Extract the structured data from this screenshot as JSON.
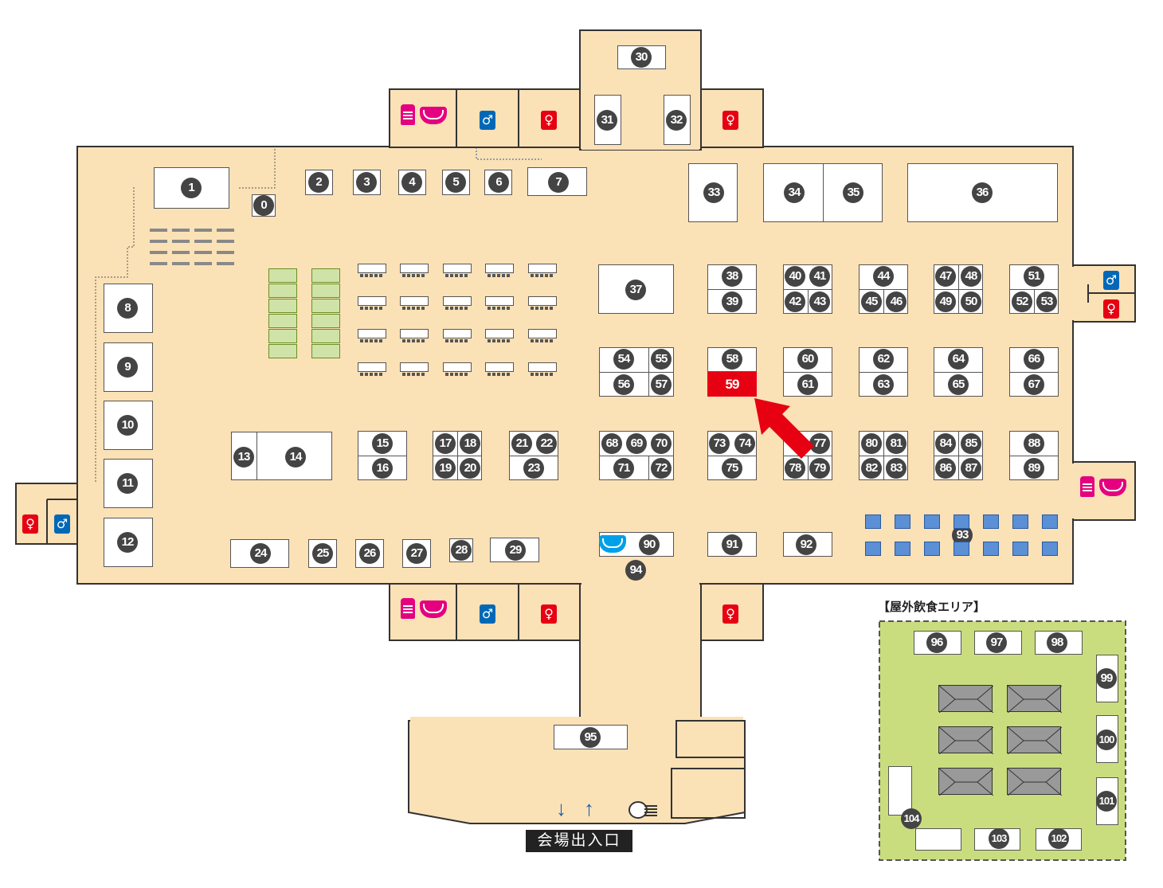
{
  "map": {
    "entrance_label": "会場出入口",
    "outdoor_area_title": "【屋外飲食エリア】",
    "highlighted_booth": "59",
    "colors": {
      "floor": "#fbe1b6",
      "outdoor": "#c9dd7f",
      "highlight": "#e60012",
      "male": "#0068b7",
      "female": "#e60012",
      "baby": "#e4007f"
    },
    "icons": {
      "male": "male-restroom-icon",
      "female": "female-restroom-icon",
      "bottle": "nursing-bottle-icon",
      "diaper": "diaper-changing-icon",
      "exit": "exit-arrows-icon",
      "stairs": "stairs-icon"
    }
  },
  "booths": [
    {
      "id": "b1",
      "labels": [
        "1"
      ]
    },
    {
      "id": "b0",
      "labels": [
        "0"
      ]
    },
    {
      "id": "b2",
      "labels": [
        "2"
      ]
    },
    {
      "id": "b3",
      "labels": [
        "3"
      ]
    },
    {
      "id": "b4",
      "labels": [
        "4"
      ]
    },
    {
      "id": "b5",
      "labels": [
        "5"
      ]
    },
    {
      "id": "b6",
      "labels": [
        "6"
      ]
    },
    {
      "id": "b7",
      "labels": [
        "7"
      ]
    },
    {
      "id": "b8",
      "labels": [
        "8"
      ]
    },
    {
      "id": "b9",
      "labels": [
        "9"
      ]
    },
    {
      "id": "b10",
      "labels": [
        "10"
      ]
    },
    {
      "id": "b11",
      "labels": [
        "11"
      ]
    },
    {
      "id": "b12",
      "labels": [
        "12"
      ]
    },
    {
      "id": "b13",
      "labels": [
        "13",
        "14"
      ]
    },
    {
      "id": "b15",
      "labels": [
        "15",
        "16"
      ]
    },
    {
      "id": "b17",
      "labels": [
        "17",
        "18",
        "19",
        "20"
      ]
    },
    {
      "id": "b21",
      "labels": [
        "21",
        "22",
        "23"
      ]
    },
    {
      "id": "b24",
      "labels": [
        "24"
      ]
    },
    {
      "id": "b25",
      "labels": [
        "25"
      ]
    },
    {
      "id": "b26",
      "labels": [
        "26"
      ]
    },
    {
      "id": "b27",
      "labels": [
        "27"
      ]
    },
    {
      "id": "b28",
      "labels": [
        "28"
      ]
    },
    {
      "id": "b29",
      "labels": [
        "29"
      ]
    },
    {
      "id": "b30",
      "labels": [
        "30"
      ]
    },
    {
      "id": "b31",
      "labels": [
        "31"
      ]
    },
    {
      "id": "b32",
      "labels": [
        "32"
      ]
    },
    {
      "id": "b33",
      "labels": [
        "33"
      ]
    },
    {
      "id": "b34",
      "labels": [
        "34",
        "35"
      ]
    },
    {
      "id": "b36",
      "labels": [
        "36"
      ]
    },
    {
      "id": "b37",
      "labels": [
        "37"
      ]
    },
    {
      "id": "b38",
      "labels": [
        "38",
        "39"
      ]
    },
    {
      "id": "b40",
      "labels": [
        "40",
        "41",
        "42",
        "43"
      ]
    },
    {
      "id": "b44",
      "labels": [
        "44",
        "45",
        "46"
      ]
    },
    {
      "id": "b47",
      "labels": [
        "47",
        "48",
        "49",
        "50"
      ]
    },
    {
      "id": "b51",
      "labels": [
        "51",
        "52",
        "53"
      ]
    },
    {
      "id": "b54",
      "labels": [
        "54",
        "55",
        "56",
        "57"
      ]
    },
    {
      "id": "b58",
      "labels": [
        "58"
      ]
    },
    {
      "id": "b59",
      "labels": [
        "59"
      ]
    },
    {
      "id": "b60",
      "labels": [
        "60",
        "61"
      ]
    },
    {
      "id": "b62",
      "labels": [
        "62",
        "63"
      ]
    },
    {
      "id": "b64",
      "labels": [
        "64",
        "65"
      ]
    },
    {
      "id": "b66",
      "labels": [
        "66",
        "67"
      ]
    },
    {
      "id": "b68",
      "labels": [
        "68",
        "69",
        "70",
        "71",
        "72"
      ]
    },
    {
      "id": "b73",
      "labels": [
        "73",
        "74",
        "75"
      ]
    },
    {
      "id": "b77",
      "labels": [
        "77",
        "78",
        "79"
      ]
    },
    {
      "id": "b80",
      "labels": [
        "80",
        "81",
        "82",
        "83"
      ]
    },
    {
      "id": "b84",
      "labels": [
        "84",
        "85",
        "86",
        "87"
      ]
    },
    {
      "id": "b88",
      "labels": [
        "88",
        "89"
      ]
    },
    {
      "id": "b90",
      "labels": [
        "90"
      ]
    },
    {
      "id": "b91",
      "labels": [
        "91"
      ]
    },
    {
      "id": "b92",
      "labels": [
        "92"
      ]
    },
    {
      "id": "b93",
      "labels": [
        "93"
      ]
    },
    {
      "id": "b94",
      "labels": [
        "94"
      ]
    },
    {
      "id": "b95",
      "labels": [
        "95"
      ]
    },
    {
      "id": "b96",
      "labels": [
        "96"
      ]
    },
    {
      "id": "b97",
      "labels": [
        "97"
      ]
    },
    {
      "id": "b98",
      "labels": [
        "98"
      ]
    },
    {
      "id": "b99",
      "labels": [
        "99"
      ]
    },
    {
      "id": "b100",
      "labels": [
        "100"
      ]
    },
    {
      "id": "b101",
      "labels": [
        "101"
      ]
    },
    {
      "id": "b102",
      "labels": [
        "102"
      ]
    },
    {
      "id": "b103",
      "labels": [
        "103"
      ]
    },
    {
      "id": "b104",
      "labels": [
        "104"
      ]
    }
  ]
}
